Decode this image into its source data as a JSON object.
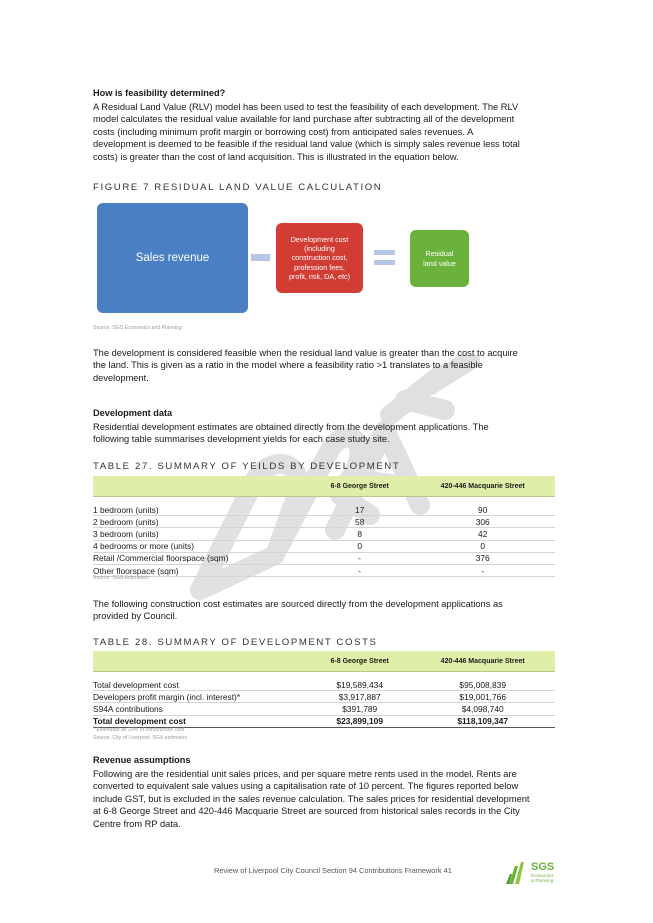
{
  "feasibility": {
    "heading": "How is feasibility determined?",
    "lines": [
      "A Residual Land Value (RLV) model has been used to test the feasibility of each development. The RLV",
      "model calculates the residual value available for land purchase after subtracting all of the development",
      "costs (including minimum profit margin or borrowing cost) from anticipated sales revenues.  A",
      "development is deemed to be feasible if the residual land value (which is simply sales revenue less total",
      "costs) is greater than the cost of land acquisition. This is illustrated in the equation below."
    ]
  },
  "figure": {
    "title": "Figure 7 Residual Land Value Calculation",
    "sales_label": "Sales revenue",
    "cost_lines": [
      "Development cost",
      "(including",
      "construction cost,",
      "profession fees,",
      "profit, risk, DA, etc)"
    ],
    "residual_lines": [
      "Residual",
      "land value"
    ],
    "source": "Source: SGS Economics and Planning"
  },
  "feasible_para": {
    "lines": [
      "The development is considered feasible when the residual land value is greater than the cost to acquire",
      "the land. This is given as a ratio in the model where a feasibility ratio >1 translates to a feasible",
      "development."
    ]
  },
  "dev_data": {
    "heading": "Development data",
    "lines": [
      "Residential development estimates are obtained directly from the development applications.  The",
      "following table summarises development yields for each case study site."
    ]
  },
  "table27": {
    "title": "Table 27. Summary of yeilds by development",
    "columns": [
      "",
      "6-8 George Street",
      "420-446 Macquarie Street"
    ],
    "rows": [
      {
        "label": "1 bedroom (units)",
        "a": "17",
        "b": "90"
      },
      {
        "label": "2 bedroom (units)",
        "a": "58",
        "b": "306"
      },
      {
        "label": "3 bedroom (units)",
        "a": "8",
        "b": "42"
      },
      {
        "label": "4 bedrooms or more (units)",
        "a": "0",
        "b": "0"
      },
      {
        "label": "Retail /Commercial floorspace (sqm)",
        "a": "-",
        "b": "376"
      },
      {
        "label": "Other floorspace (sqm)",
        "a": "-",
        "b": "-"
      }
    ],
    "source": "Source: SGS Estimation"
  },
  "construction_para": {
    "lines": [
      "The following construction cost estimates are sourced directly from the development applications as",
      "provided by Council."
    ]
  },
  "table28": {
    "title": "Table 28. Summary of development costs",
    "columns": [
      "",
      "6-8 George Street",
      "420-446 Macquarie Street"
    ],
    "rows": [
      {
        "label": "Total development cost",
        "a": "$19,589,434",
        "b": "$95,008,839"
      },
      {
        "label": "Developers profit margin (incl. interest)*",
        "a": "$3,917,887",
        "b": "$19,001,766"
      },
      {
        "label": "S94A contributions",
        "a": "$391,789",
        "b": "$4,098,740"
      }
    ],
    "total": {
      "label": "Total development cost",
      "a": "$23,899,109",
      "b": "$118,109,347"
    },
    "notes": [
      "* Estimated as 20% of construction cost",
      "Source: City of Liverpool, SGS estimates"
    ]
  },
  "revenue": {
    "heading": "Revenue assumptions",
    "lines": [
      "Following are the residential unit sales prices, and per square metre rents used in the model.  Rents are",
      "converted to equivalent sale values using a capitalisation rate of 10 percent.  The figures reported below",
      "include GST, but is excluded in the sales revenue calculation. The sales prices for residential development",
      "at 6-8 George Street and 420-446 Macquarie Street are sourced from historical sales records in the City",
      "Centre from RP data."
    ]
  },
  "footer": {
    "text": "Review of Liverpool City Council Section 94 Contributions Framework   41"
  },
  "logo": {
    "name": "SGS",
    "sub_lines": [
      "Economics",
      "& Planning"
    ]
  },
  "colors": {
    "sales_box": "#4a7fc4",
    "cost_box": "#d13d35",
    "residual_box": "#6bb23d",
    "table_header": "#dfeea8",
    "watermark": "#c8c8c8"
  }
}
